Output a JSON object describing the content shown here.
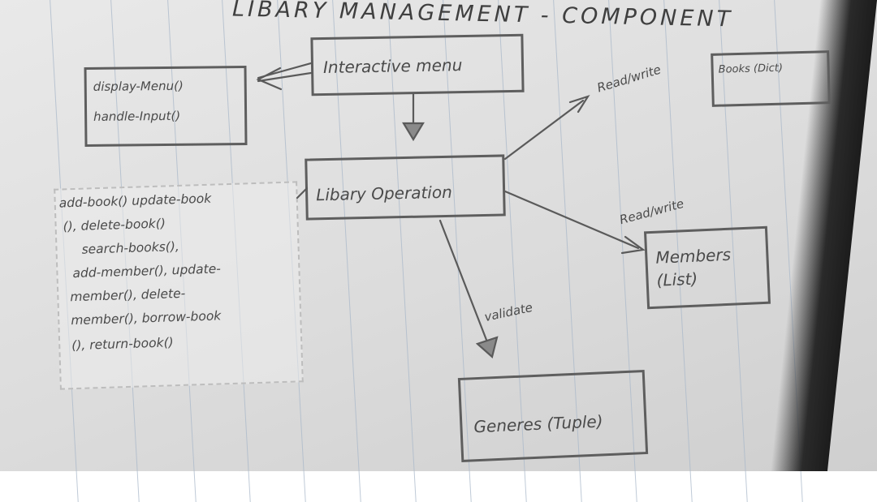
{
  "title": "LIBARY MANAGEMENT - COMPONENT",
  "nodes": {
    "interactive_menu": "Interactive menu",
    "menu_functions": [
      "display-Menu()",
      "handle-Input()"
    ],
    "library_operation": "Libary Operation",
    "operations": [
      "add-book() update-book",
      "(), delete-book()",
      "search-books(),",
      "add-member(), update-",
      "member(), delete-",
      "member(), borrow-book",
      "(), return-book()"
    ],
    "books": "Books (Dict)",
    "members": [
      "Members",
      "(List)"
    ],
    "genres": "Generes (Tuple)"
  },
  "edges": {
    "read_write_top": "Read/write",
    "read_write_bottom": "Read/write",
    "validate": "validate"
  },
  "colors": {
    "ink": "#4a4a4a",
    "paper": "#e2e2e2",
    "rule": "#a9b8c9"
  }
}
